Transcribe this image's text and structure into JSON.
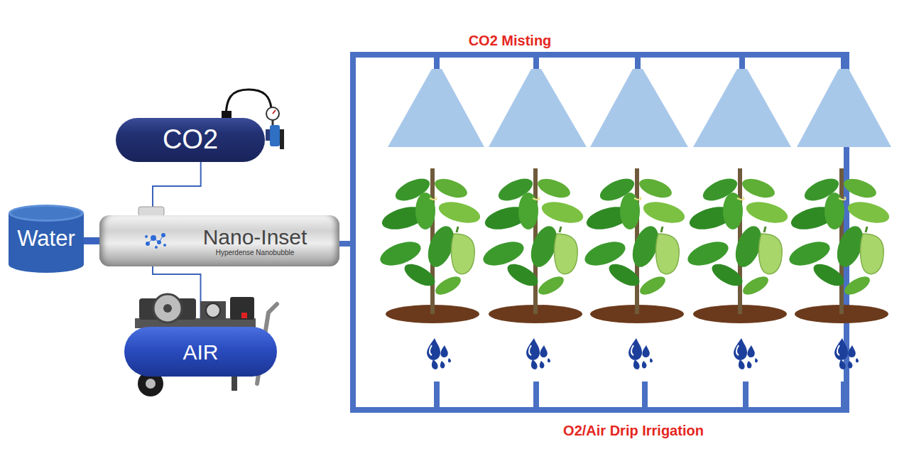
{
  "diagram": {
    "nodes": [
      {
        "text": [
          "CO2"
        ]
      },
      {
        "text": [
          "Water"
        ]
      },
      {
        "text": [
          "Nano-Inset",
          "Hyperdense Nanobubble"
        ]
      },
      {
        "text": [
          "AIR"
        ]
      }
    ],
    "edges": [
      {
        "from": 0,
        "to": 2,
        "arrow": "none"
      },
      {
        "from": 1,
        "to": 2,
        "arrow": "none"
      },
      {
        "from": 3,
        "to": 2,
        "arrow": "none"
      }
    ],
    "labels": [
      "CO2 Misting",
      "O2/Air Drip Irrigation"
    ]
  }
}
